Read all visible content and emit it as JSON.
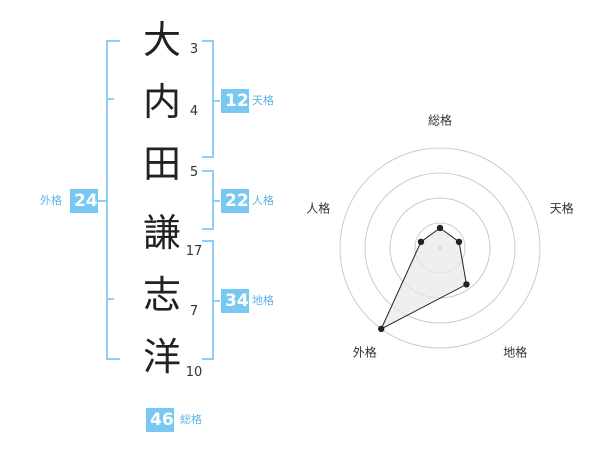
{
  "characters": [
    {
      "char": "大",
      "strokes": "3"
    },
    {
      "char": "内",
      "strokes": "4"
    },
    {
      "char": "田",
      "strokes": "5"
    },
    {
      "char": "謙",
      "strokes": "17"
    },
    {
      "char": "志",
      "strokes": "7"
    },
    {
      "char": "洋",
      "strokes": "10"
    }
  ],
  "kakusu": {
    "tenkaku": {
      "value": "12",
      "label": "天格"
    },
    "jinkaku": {
      "value": "22",
      "label": "人格"
    },
    "chikaku": {
      "value": "34",
      "label": "地格"
    },
    "gaikaku": {
      "value": "24",
      "label": "外格"
    },
    "soukaku": {
      "value": "46",
      "label": "総格"
    }
  },
  "chart_data": {
    "type": "radar",
    "axes": [
      "総格",
      "天格",
      "地格",
      "外格",
      "人格"
    ],
    "values": [
      0.2,
      0.2,
      0.45,
      1.0,
      0.2
    ],
    "rings": 4,
    "colors": {
      "line": "#222222",
      "fill": "#e8e8e8",
      "grid": "#cccccc"
    }
  }
}
